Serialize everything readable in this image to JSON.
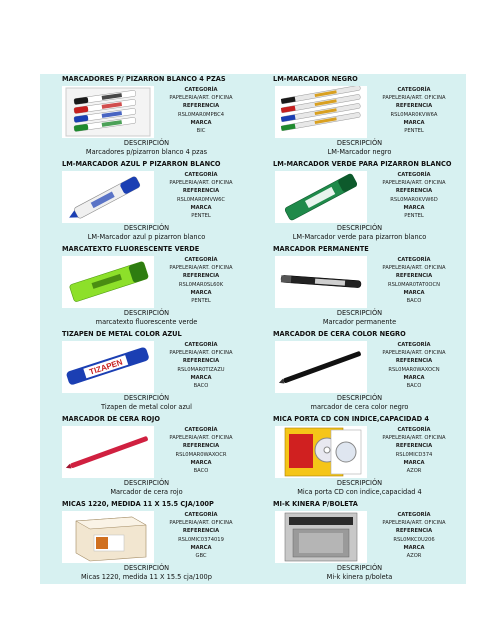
{
  "labels": {
    "categoria": "CATEGORÍA",
    "referencia": "REFERENCIA",
    "marca": "MARCA",
    "descripcion": "DESCRIPCIÓN"
  },
  "products": [
    {
      "title": "MARCADORES P/  PIZARRON BLANCO 4 PZAS",
      "categoria": "PAPELERIA/ART. OFICINA",
      "referencia": "RSL0MAR0MPBC4",
      "marca": "BIC",
      "descripcion": "Marcadores p/pizarron blanco 4 pzas",
      "image": "four-markers-image"
    },
    {
      "title": "LM-MARCADOR NEGRO",
      "categoria": "PAPELERIA/ART. OFICINA",
      "referencia": "RSL0MAR0KVW6A",
      "marca": "PENTEL",
      "descripcion": "LM-Marcador negro",
      "image": "pentel-markers-image"
    },
    {
      "title": "LM-MARCADOR AZUL P PIZARRON BLANCO",
      "categoria": "PAPELERIA/ART. OFICINA",
      "referencia": "RSL0MAR0MVW6C",
      "marca": "PENTEL",
      "descripcion": "LM-Marcador azul p pizarron blanco",
      "image": "blue-marker-image"
    },
    {
      "title": "LM-MARCADOR VERDE PARA PIZARRON BLANCO",
      "categoria": "PAPELERIA/ART. OFICINA",
      "referencia": "RSL0MAR0KVW6D",
      "marca": "PENTEL",
      "descripcion": "LM-Marcador verde para pizarron blanco",
      "image": "green-marker-image"
    },
    {
      "title": "MARCATEXTO FLUORESCENTE VERDE",
      "categoria": "PAPELERIA/ART. OFICINA",
      "referencia": "RSL0MAR0SL60K",
      "marca": "PENTEL",
      "descripcion": "marcatexto fluorescente verde",
      "image": "highlighter-image"
    },
    {
      "title": "MARCADOR PERMANENTE",
      "categoria": "PAPELERIA/ART. OFICINA",
      "referencia": "RSL0MAR0TAT0OCN",
      "marca": "BACO",
      "descripcion": "Marcador permanente",
      "image": "permanent-marker-image"
    },
    {
      "title": "TIZAPEN DE METAL COLOR AZUL",
      "categoria": "PAPELERIA/ART. OFICINA",
      "referencia": "RSL0MAR0TIZAZU",
      "marca": "BACO",
      "descripcion": "Tizapen de metal color azul",
      "image": "tizapen-image"
    },
    {
      "title": "MARCADOR DE CERA COLOR NEGRO",
      "categoria": "PAPELERIA/ART. OFICINA",
      "referencia": "RSL0MAR0WAXOCN",
      "marca": "BACO",
      "descripcion": "marcador de cera color negro",
      "image": "black-wax-marker-image"
    },
    {
      "title": "MARCADOR DE CERA ROJO",
      "categoria": "PAPELERIA/ART. OFICINA",
      "referencia": "RSL0MAR0WAXOCR",
      "marca": "BACO",
      "descripcion": "Marcador de cera rojo",
      "image": "red-wax-marker-image"
    },
    {
      "title": "MICA PORTA CD CON INDICE,CAPACIDAD 4",
      "categoria": "PAPELERIA/ART. OFICINA",
      "referencia": "RSL0MICD374",
      "marca": "AZOR",
      "descripcion": "Mica porta CD con indice,capacidad 4",
      "image": "cd-sleeve-image"
    },
    {
      "title": "MICAS 1220, MEDIDA 11 X 15.5 CJA/100P",
      "categoria": "PAPELERIA/ART. OFICINA",
      "referencia": "RSL0MIC0374019",
      "marca": "GBC",
      "descripcion": "Micas 1220, medida 11 X 15.5 cja/100p",
      "image": "micas-box-image"
    },
    {
      "title": "MI-K KINERA P/BOLETA",
      "categoria": "PAPELERIA/ART. OFICINA",
      "referencia": "RSL0MKC0U206",
      "marca": "AZOR",
      "descripcion": "Mi-k kinera p/boleta",
      "image": "mik-sleeve-image"
    }
  ]
}
